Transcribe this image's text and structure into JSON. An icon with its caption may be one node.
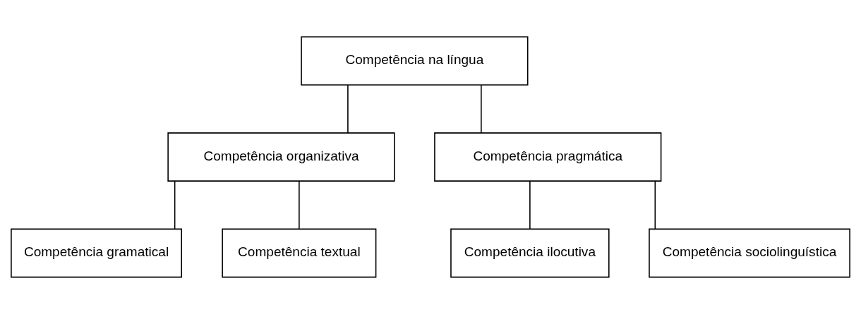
{
  "diagram": {
    "nodes": [
      {
        "text": [
          "Competência na língua"
        ]
      },
      {
        "text": [
          "Competência organizativa"
        ]
      },
      {
        "text": [
          "Competência pragmática"
        ]
      },
      {
        "text": [
          "Competência gramatical"
        ]
      },
      {
        "text": [
          "Competência textual"
        ]
      },
      {
        "text": [
          "Competência ilocutiva"
        ]
      },
      {
        "text": [
          "Competência sociolinguística"
        ]
      }
    ],
    "edges": [
      {
        "from": 0,
        "to": 1,
        "arrow": "none"
      },
      {
        "from": 0,
        "to": 2,
        "arrow": "none"
      },
      {
        "from": 1,
        "to": 3,
        "arrow": "none"
      },
      {
        "from": 1,
        "to": 4,
        "arrow": "none"
      },
      {
        "from": 2,
        "to": 5,
        "arrow": "none"
      },
      {
        "from": 2,
        "to": 6,
        "arrow": "none"
      }
    ]
  }
}
